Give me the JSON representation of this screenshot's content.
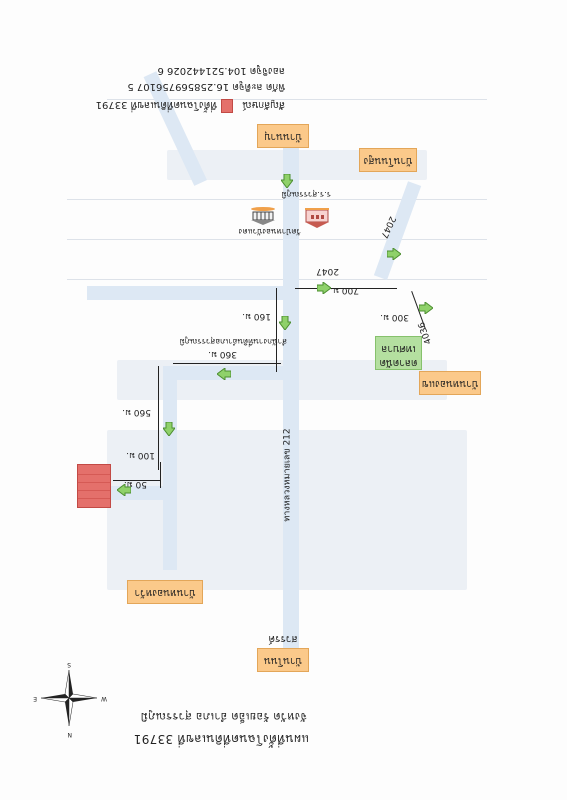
{
  "map": {
    "title": "แผนที่ตั้งโฉนดที่ดินเลขที่ 33791",
    "subtitle": "จังหวัด ร้อยเอ็ด   อำเภอ สุวรรณภูมิ",
    "legend": {
      "heading": "สัญลักษณ์",
      "target_label": "ที่ตั้งโฉนดที่ดินเลขที่ 33791",
      "coords_lat": "พิกัด   ละติจูด 16.258569756107 5",
      "coords_lon": "ลองจิจูด 104.521442026 6"
    },
    "places": {
      "north_top": "บ้านนาบุ",
      "north_east": "บ้านโนนสูง",
      "east_lower": "บ้านหนองแข",
      "west_lower": "บ้านหนองหว้า",
      "south": "บ้านโนนสวรรค์",
      "market": "ตลาดนัด\nเทศบาล"
    },
    "landmarks": {
      "school": "ร.ร.สุวรรณภูมิ",
      "temple": "วัดป่าหนองบัวแดง",
      "office": "สำนักงานที่ดินอำเภอสุวรรณภูมิ"
    },
    "roads": {
      "r2047_a": "2047",
      "r2047_b": "2047",
      "r4036": "4036",
      "r212": "ทางหลวงหมายเลข 212"
    },
    "distances": {
      "d700": "700 ม.",
      "d300": "300 ม.",
      "d160": "160 ม.",
      "d360": "360 ม.",
      "d560": "560 ม.",
      "d100": "100 ม.",
      "d50": "50 ม."
    },
    "compass": {
      "n": "N",
      "e": "E",
      "s": "S",
      "w": "W"
    },
    "colors": {
      "road": "#dde8f4",
      "place_box": "#fbc98a",
      "market_box": "#b4dfa0",
      "target": "#e4706b",
      "direction_arrow": "#8fd16a"
    }
  }
}
